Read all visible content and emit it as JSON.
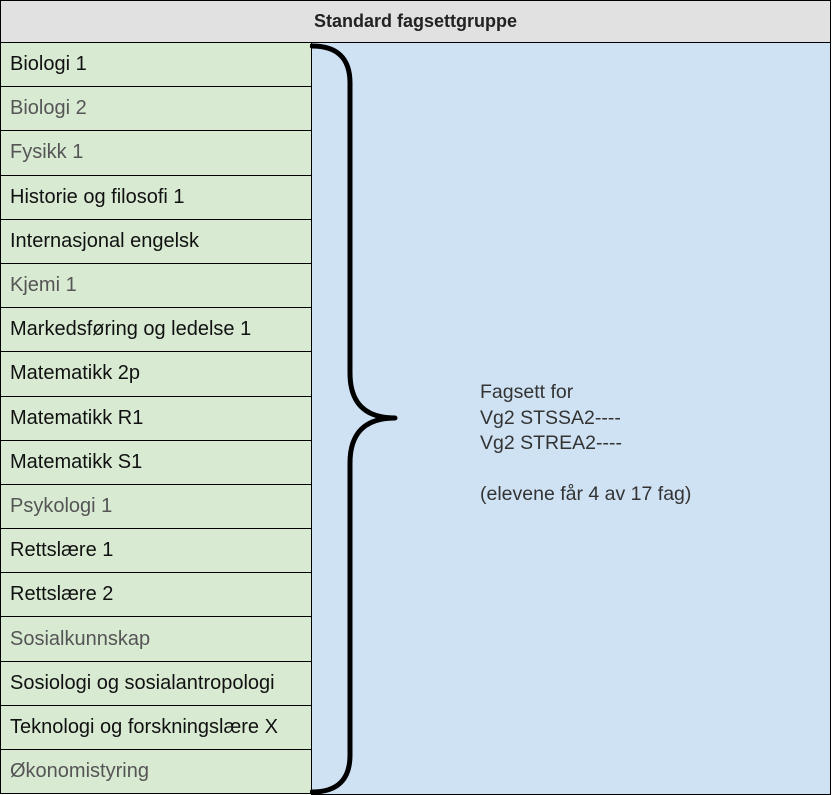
{
  "header": {
    "title": "Standard fagsettgruppe"
  },
  "subjects": [
    {
      "label": "Biologi 1",
      "dim": false
    },
    {
      "label": "Biologi 2",
      "dim": true
    },
    {
      "label": "Fysikk 1",
      "dim": true
    },
    {
      "label": "Historie og filosofi 1",
      "dim": false
    },
    {
      "label": "Internasjonal engelsk",
      "dim": false
    },
    {
      "label": "Kjemi 1",
      "dim": true
    },
    {
      "label": "Markedsføring og ledelse 1",
      "dim": false
    },
    {
      "label": "Matematikk 2p",
      "dim": false
    },
    {
      "label": "Matematikk R1",
      "dim": false
    },
    {
      "label": "Matematikk S1",
      "dim": false
    },
    {
      "label": "Psykologi 1",
      "dim": true
    },
    {
      "label": "Rettslære 1",
      "dim": false
    },
    {
      "label": "Rettslære 2",
      "dim": false
    },
    {
      "label": "Sosialkunnskap",
      "dim": true
    },
    {
      "label": "Sosiologi og sosialantropologi",
      "dim": false
    },
    {
      "label": "Teknologi og forskningslære X",
      "dim": false
    },
    {
      "label": "Økonomistyring",
      "dim": true
    }
  ],
  "description": {
    "line1": "Fagsett for",
    "line2": "Vg2 STSSA2----",
    "line3": "Vg2 STREA2----",
    "line4": "(elevene får 4 av 17 fag)"
  },
  "colors": {
    "subject_bg": "#d9ead3",
    "panel_bg": "#cfe2f3",
    "header_bg": "#e1e1e1"
  }
}
